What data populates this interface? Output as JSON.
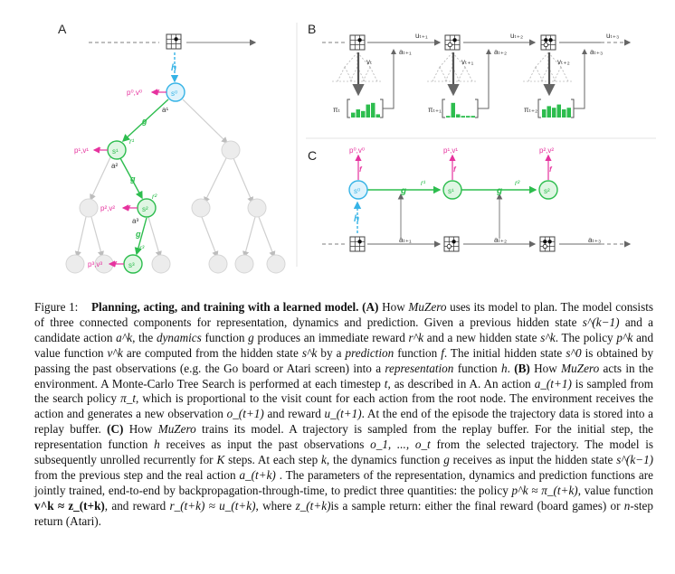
{
  "panels": {
    "a": {
      "label": "A",
      "symbols": {
        "h": "h",
        "f": "f",
        "g": "g",
        "s0": "s⁰",
        "s1": "s¹",
        "s2": "s²",
        "s3": "s³",
        "a1": "a¹",
        "a2": "a²",
        "a3": "a³",
        "r1": "r¹",
        "r2": "r²",
        "r3": "r³",
        "pv0": "p⁰,v⁰",
        "pv1": "p¹,v¹",
        "pv2": "p²,v²",
        "pv3": "p³,v³"
      }
    },
    "b": {
      "label": "B",
      "u": [
        "uₜ₊₁",
        "uₜ₊₂",
        "uₜ₊₃"
      ],
      "a": [
        "aₜ₊₁",
        "aₜ₊₂",
        "aₜ₊₃"
      ],
      "v": [
        "vₜ",
        "vₜ₊₁",
        "vₜ₊₂"
      ],
      "pi": [
        "πₜ",
        "πₜ₊₁",
        "πₜ₊₂"
      ],
      "bars": [
        [
          3,
          5,
          4,
          8,
          9,
          2
        ],
        [
          1,
          9,
          2,
          1,
          1,
          1
        ],
        [
          5,
          7,
          6,
          8,
          5,
          6
        ]
      ]
    },
    "c": {
      "label": "C",
      "symbols": {
        "h": "h",
        "f": "f",
        "g": "g",
        "s0": "s⁰",
        "s1": "s¹",
        "s2": "s²",
        "r1": "r¹",
        "r2": "r²",
        "pv0": "p⁰,v⁰",
        "pv1": "p¹,v¹",
        "pv2": "p²,v²"
      },
      "a": [
        "aₜ₊₁",
        "aₜ₊₂",
        "aₜ₊₃"
      ]
    }
  },
  "colors": {
    "blue": "#35b3e6",
    "green": "#2dbd4e",
    "pink": "#e6329e",
    "grey": "#c8c8c8",
    "dark": "#333333"
  },
  "caption": {
    "figure_label": "Figure 1:",
    "title": "Planning, acting, and training with a learned model.",
    "seg": [
      "(A)",
      "How",
      "MuZero",
      "uses its model to plan. The model consists of three connected components for representation, dynamics and prediction. Given a previous hidden state",
      "s^(k−1)",
      "and a candidate action",
      "a^k",
      ", the",
      "dynamics",
      "function",
      "g",
      "produces an immediate reward",
      "r^k",
      "and a new hidden state",
      "s^k",
      ". The policy",
      "p^k",
      "and value function",
      "v^k",
      "are computed from the hidden state",
      "s^k",
      "by a",
      "prediction",
      "function",
      "f",
      ". The initial hidden state",
      "s^0",
      "is obtained by passing the past observations (e.g. the Go board or Atari screen) into a",
      "representation",
      "function",
      "h",
      ".",
      "(B)",
      "How",
      "MuZero",
      "acts in the environment. A Monte-Carlo Tree Search is performed at each timestep",
      "t",
      ", as described in A. An action",
      "a_(t+1)",
      "is sampled from the search policy",
      "π_t",
      ", which is proportional to the visit count for each action from the root node. The environment receives the action and generates a new observation",
      "o_(t+1)",
      "and reward",
      "u_(t+1)",
      ". At the end of the episode the trajectory data is stored into a replay buffer.",
      "(C)",
      "How",
      "MuZero",
      "trains its model. A trajectory is sampled from the replay buffer. For the initial step, the representation function",
      "h",
      "receives as input the past observations",
      "o_1, ..., o_t",
      "from the selected trajectory. The model is subsequently unrolled recurrently for",
      "K",
      "steps. At each step",
      "k",
      ", the dynamics function",
      "g",
      "receives as input the hidden state",
      "s^(k−1)",
      "from the previous step and the real action",
      "a_(t+k)",
      ". The parameters of the representation, dynamics and prediction functions are jointly trained, end-to-end by backpropagation-through-time, to predict three quantities: the policy",
      "p^k ≈ π_(t+k)",
      ", value function",
      "v^k ≈ z_(t+k)",
      ", and reward",
      "r_(t+k) ≈ u_(t+k)",
      ", where",
      "z_(t+k)",
      "is a sample return: either the final reward (board games) or",
      "n",
      "-step return (Atari)."
    ]
  }
}
